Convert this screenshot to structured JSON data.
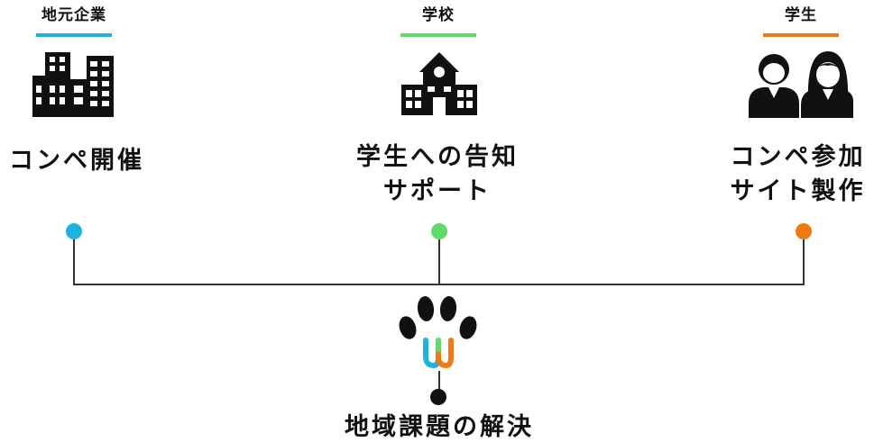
{
  "columns": [
    {
      "header": "地元企業",
      "role_lines": [
        "コンペ開催"
      ],
      "accent": "#1fb1e0",
      "icon": "office-buildings-icon"
    },
    {
      "header": "学校",
      "role_lines": [
        "学生への告知",
        "サポート"
      ],
      "accent": "#62d96b",
      "icon": "school-building-icon"
    },
    {
      "header": "学生",
      "role_lines": [
        "コンペ参加",
        "サイト製作"
      ],
      "accent": "#f07a12",
      "icon": "students-icon"
    }
  ],
  "result": {
    "title": "地域課題の解決",
    "icon": "paw-logo-icon"
  },
  "colors": {
    "line": "#333333",
    "text": "#111111",
    "logo_blue": "#1fb1e0",
    "logo_green": "#62d96b",
    "logo_orange": "#f07a12"
  }
}
